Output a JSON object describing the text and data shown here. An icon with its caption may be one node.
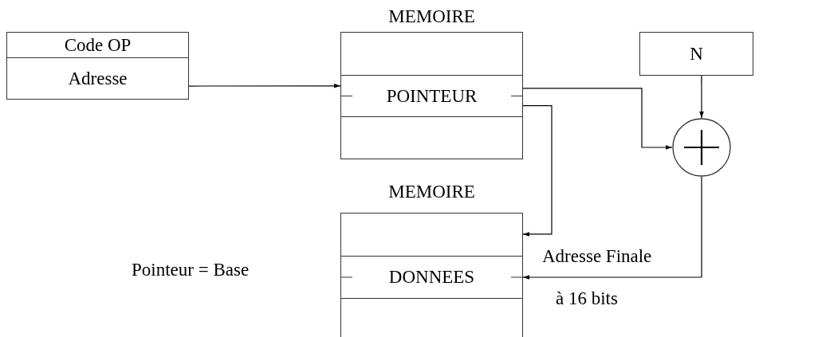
{
  "diagram": {
    "nodes": [
      {
        "text": [
          "Code OP"
        ]
      },
      {
        "text": [
          "Adresse"
        ]
      },
      {
        "text": [
          "MEMOIRE"
        ]
      },
      {
        "text": [],
        "shape": "box",
        "in": 2
      },
      {
        "text": [
          "POINTEUR"
        ],
        "in": 2
      },
      {
        "text": [],
        "shape": "box",
        "in": 2
      },
      {
        "text": [
          "N"
        ]
      },
      {
        "text": [],
        "shape": "circle"
      },
      {
        "text": [
          "MEMOIRE"
        ]
      },
      {
        "text": [],
        "shape": "box",
        "in": 8
      },
      {
        "text": [
          "DONNEES"
        ],
        "in": 8
      },
      {
        "text": [],
        "shape": "box",
        "in": 8
      }
    ],
    "edges": [
      {
        "from": 1,
        "to": 4,
        "arrow": "to"
      },
      {
        "from": 4,
        "to": 7,
        "arrow": "to"
      },
      {
        "from": 4,
        "to": 9,
        "arrow": "to"
      },
      {
        "from": 6,
        "to": 7,
        "arrow": "to"
      },
      {
        "from": 7,
        "to": 10,
        "arrow": "to",
        "label": "Adresse Finale"
      }
    ],
    "labels": [
      "Pointeur = Base",
      "à 16 bits"
    ]
  }
}
